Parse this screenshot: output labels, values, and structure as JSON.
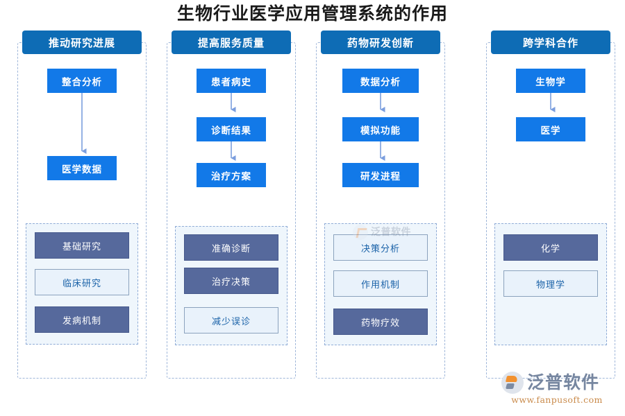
{
  "title": "生物行业医学应用管理系统的作用",
  "colors": {
    "header_blue": "#0e6cb5",
    "flow_blue": "#1279e8",
    "sub_dark": "#56699c",
    "sub_light_fill": "#e9f2fb",
    "sub_light_text": "#1a62a8",
    "panel_fill": "#eff6fc",
    "dashed_border": "#9fb6d9",
    "arrow": "#7b9ede",
    "logo_orange": "#f2912f",
    "logo_gray": "#7686a0",
    "logo_url": "#c98a4a"
  },
  "columns": [
    {
      "header": "推动研究进展",
      "flow": [
        "整合分析",
        "医学数据"
      ],
      "sub_items": [
        {
          "label": "基础研究",
          "style": "dark"
        },
        {
          "label": "临床研究",
          "style": "light"
        },
        {
          "label": "发病机制",
          "style": "dark"
        }
      ]
    },
    {
      "header": "提高服务质量",
      "flow": [
        "患者病史",
        "诊断结果",
        "治疗方案"
      ],
      "sub_items": [
        {
          "label": "准确诊断",
          "style": "dark"
        },
        {
          "label": "治疗决策",
          "style": "dark"
        },
        {
          "label": "减少误诊",
          "style": "light"
        }
      ]
    },
    {
      "header": "药物研发创新",
      "flow": [
        "数据分析",
        "模拟功能",
        "研发进程"
      ],
      "sub_items": [
        {
          "label": "决策分析",
          "style": "light"
        },
        {
          "label": "作用机制",
          "style": "light"
        },
        {
          "label": "药物疗效",
          "style": "dark"
        }
      ]
    },
    {
      "header": "跨学科合作",
      "flow": [
        "生物学",
        "医学"
      ],
      "sub_items": [
        {
          "label": "化学",
          "style": "dark"
        },
        {
          "label": "物理学",
          "style": "light"
        }
      ]
    }
  ],
  "watermark": {
    "text": "泛普软件"
  },
  "logo": {
    "name": "泛普软件",
    "url": "www.fanpusoft.com"
  }
}
